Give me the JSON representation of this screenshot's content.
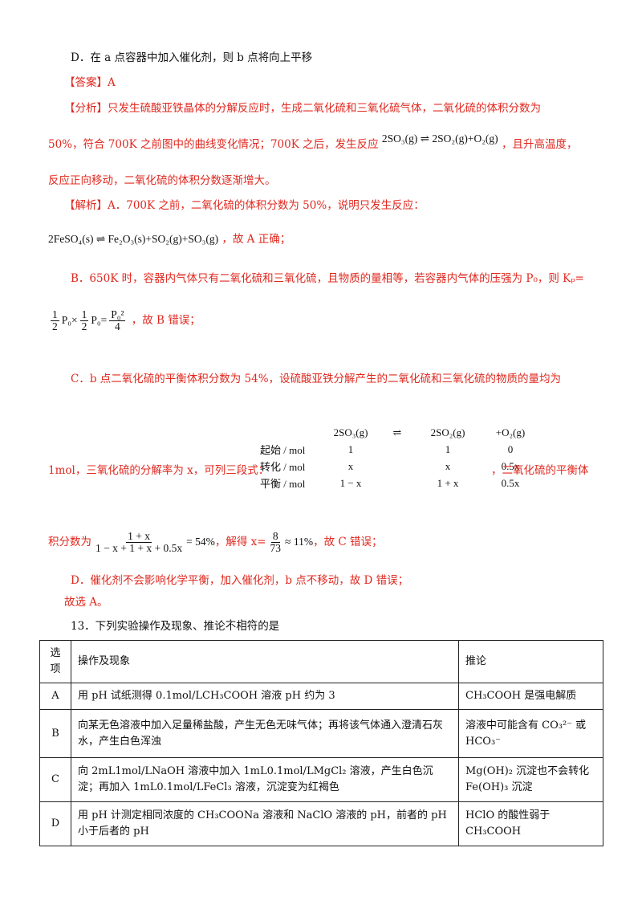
{
  "option_d_prev": "D．在 a 点容器中加入催化剂，则 b 点将向上平移",
  "answer": "【答案】A",
  "analysis": {
    "tag": "【分析】",
    "line1": "只发生硫酸亚铁晶体的分解反应时，生成二氧化硫和三氧化硫气体，二氧化硫的体积分数为",
    "line2_a": "50%，符合 700K 之前图中的曲线变化情况；700K 之后，发生反应",
    "eq1": "2SO₃(g) ⇌ 2SO₂(g)+O₂(g)",
    "line2_b": "，且升高温度，",
    "line3": "反应正向移动，二氧化硫的体积分数逐渐增大。"
  },
  "explain": {
    "tag": "【解析】",
    "a_line": "A．700K 之前，二氧化硫的体积分数为 50%，说明只发生反应：",
    "a_eq": "2FeSO₄(s) ⇌ Fe₂O₃(s)+SO₂(g)+SO₃(g)",
    "a_end": "，故 A 正确；",
    "b_line": "B．650K 时，容器内气体只有二氧化硫和三氧化硫，且物质的量相等，若容器内气体的压强为 P₀，则 Kₚ=",
    "b_end": "，故 B 错误；",
    "c_line": "C．b 点二氧化硫的平衡体积分数为 54%，设硫酸亚铁分解产生的二氧化硫和三氧化硫的物质的量均为",
    "c_mid_a": "1mol，三氧化硫的分解率为 x，可列三段式：",
    "c_mid_b": "，二氧化硫的平衡体",
    "c_last_a": "积分数为",
    "c_last_b": "= 54%",
    "c_last_c": "，解得 x=",
    "c_last_d": "≈ 11%",
    "c_last_e": "，故 C 错误；",
    "d_line": "D．催化剂不会影响化学平衡，加入催化剂，b 点不移动，故 D 错误；",
    "final": "故选 A。"
  },
  "frac": {
    "half_n": "1",
    "half_d": "2",
    "p0": "P₀",
    "times": "×",
    "p0sq_n": "P₀²",
    "p0sq_d": "4",
    "eq": "=",
    "c_n": "1 + x",
    "c_d": "1 − x + 1 + x + 0.5x",
    "x_n": "8",
    "x_d": "73"
  },
  "stage_table": {
    "header": [
      "",
      "2SO₃(g)",
      "⇌",
      "2SO₂(g)",
      "+O₂(g)"
    ],
    "rows": [
      [
        "起始 / mol",
        "1",
        "",
        "1",
        "0"
      ],
      [
        "转化 / mol",
        "x",
        "",
        "x",
        "0.5x"
      ],
      [
        "平衡 / mol",
        "1 − x",
        "",
        "1 + x",
        "0.5x"
      ]
    ]
  },
  "question13": {
    "stem_a": "13．下列实验操作及现象、推论",
    "stem_emph": [
      "不",
      "相",
      "符"
    ],
    "stem_b": "的是",
    "headers": [
      "选项",
      "操作及现象",
      "推论"
    ],
    "rows": [
      {
        "opt": "A",
        "op": "用 pH 试纸测得 0.1mol/LCH₃COOH 溶液 pH 约为 3",
        "inf": "CH₃COOH 是强电解质"
      },
      {
        "opt": "B",
        "op": "向某无色溶液中加入足量稀盐酸，产生无色无味气体；再将该气体通入澄清石灰水，产生白色浑浊",
        "inf": "溶液中可能含有 CO₃²⁻ 或 HCO₃⁻"
      },
      {
        "opt": "C",
        "op": "向 2mL1mol/LNaOH 溶液中加入 1mL0.1mol/LMgCl₂ 溶液，产生白色沉淀；再加入 1mL0.1mol/LFeCl₃ 溶液，沉淀变为红褐色",
        "inf": "Mg(OH)₂ 沉淀也不会转化 Fe(OH)₃ 沉淀"
      },
      {
        "opt": "D",
        "op": "用 pH 计测定相同浓度的 CH₃COONa 溶液和 NaClO 溶液的 pH，前者的 pH 小于后者的 pH",
        "inf": "HClO 的酸性弱于 CH₃COOH"
      }
    ]
  }
}
